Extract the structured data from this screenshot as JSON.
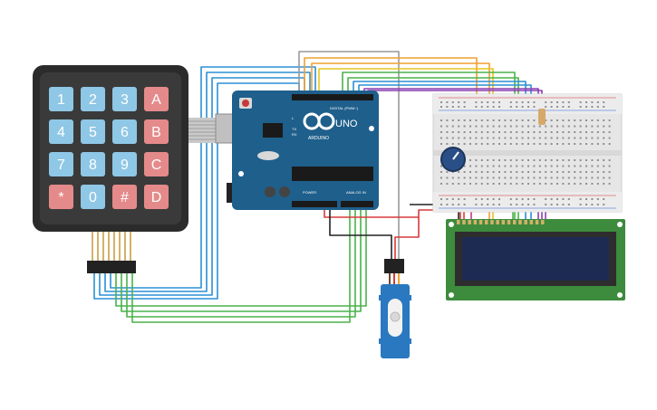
{
  "keypad": {
    "keys": [
      {
        "label": "1",
        "kind": "num"
      },
      {
        "label": "2",
        "kind": "num"
      },
      {
        "label": "3",
        "kind": "num"
      },
      {
        "label": "A",
        "kind": "fn"
      },
      {
        "label": "4",
        "kind": "num"
      },
      {
        "label": "5",
        "kind": "num"
      },
      {
        "label": "6",
        "kind": "num"
      },
      {
        "label": "B",
        "kind": "fn"
      },
      {
        "label": "7",
        "kind": "num"
      },
      {
        "label": "8",
        "kind": "num"
      },
      {
        "label": "9",
        "kind": "num"
      },
      {
        "label": "C",
        "kind": "fn"
      },
      {
        "label": "*",
        "kind": "fn"
      },
      {
        "label": "0",
        "kind": "num"
      },
      {
        "label": "#",
        "kind": "fn"
      },
      {
        "label": "D",
        "kind": "fn"
      }
    ]
  },
  "arduino": {
    "model": "UNO",
    "brand": "ARDUINO",
    "digital_label": "DIGITAL (PWM~)",
    "power_label": "POWER",
    "analog_label": "ANALOG IN",
    "tx_label": "TX",
    "rx_label": "RX",
    "l_label": "L"
  },
  "colors": {
    "board": "#1f5f8b",
    "keypad_body": "#2b2b2b",
    "key_num": "#8fc7e6",
    "key_fn": "#e58a8a",
    "lcd_pcb": "#3d8b3d",
    "lcd_screen": "#1d2b53",
    "servo": "#2a78c0",
    "wire_blue": "#2b8fd6",
    "wire_green": "#49b24a",
    "wire_orange": "#f0a030",
    "wire_yellow": "#e6c61e",
    "wire_purple": "#8a3fb0",
    "wire_gray": "#9a9a9a",
    "wire_red": "#d83a3a",
    "wire_black": "#222222"
  }
}
